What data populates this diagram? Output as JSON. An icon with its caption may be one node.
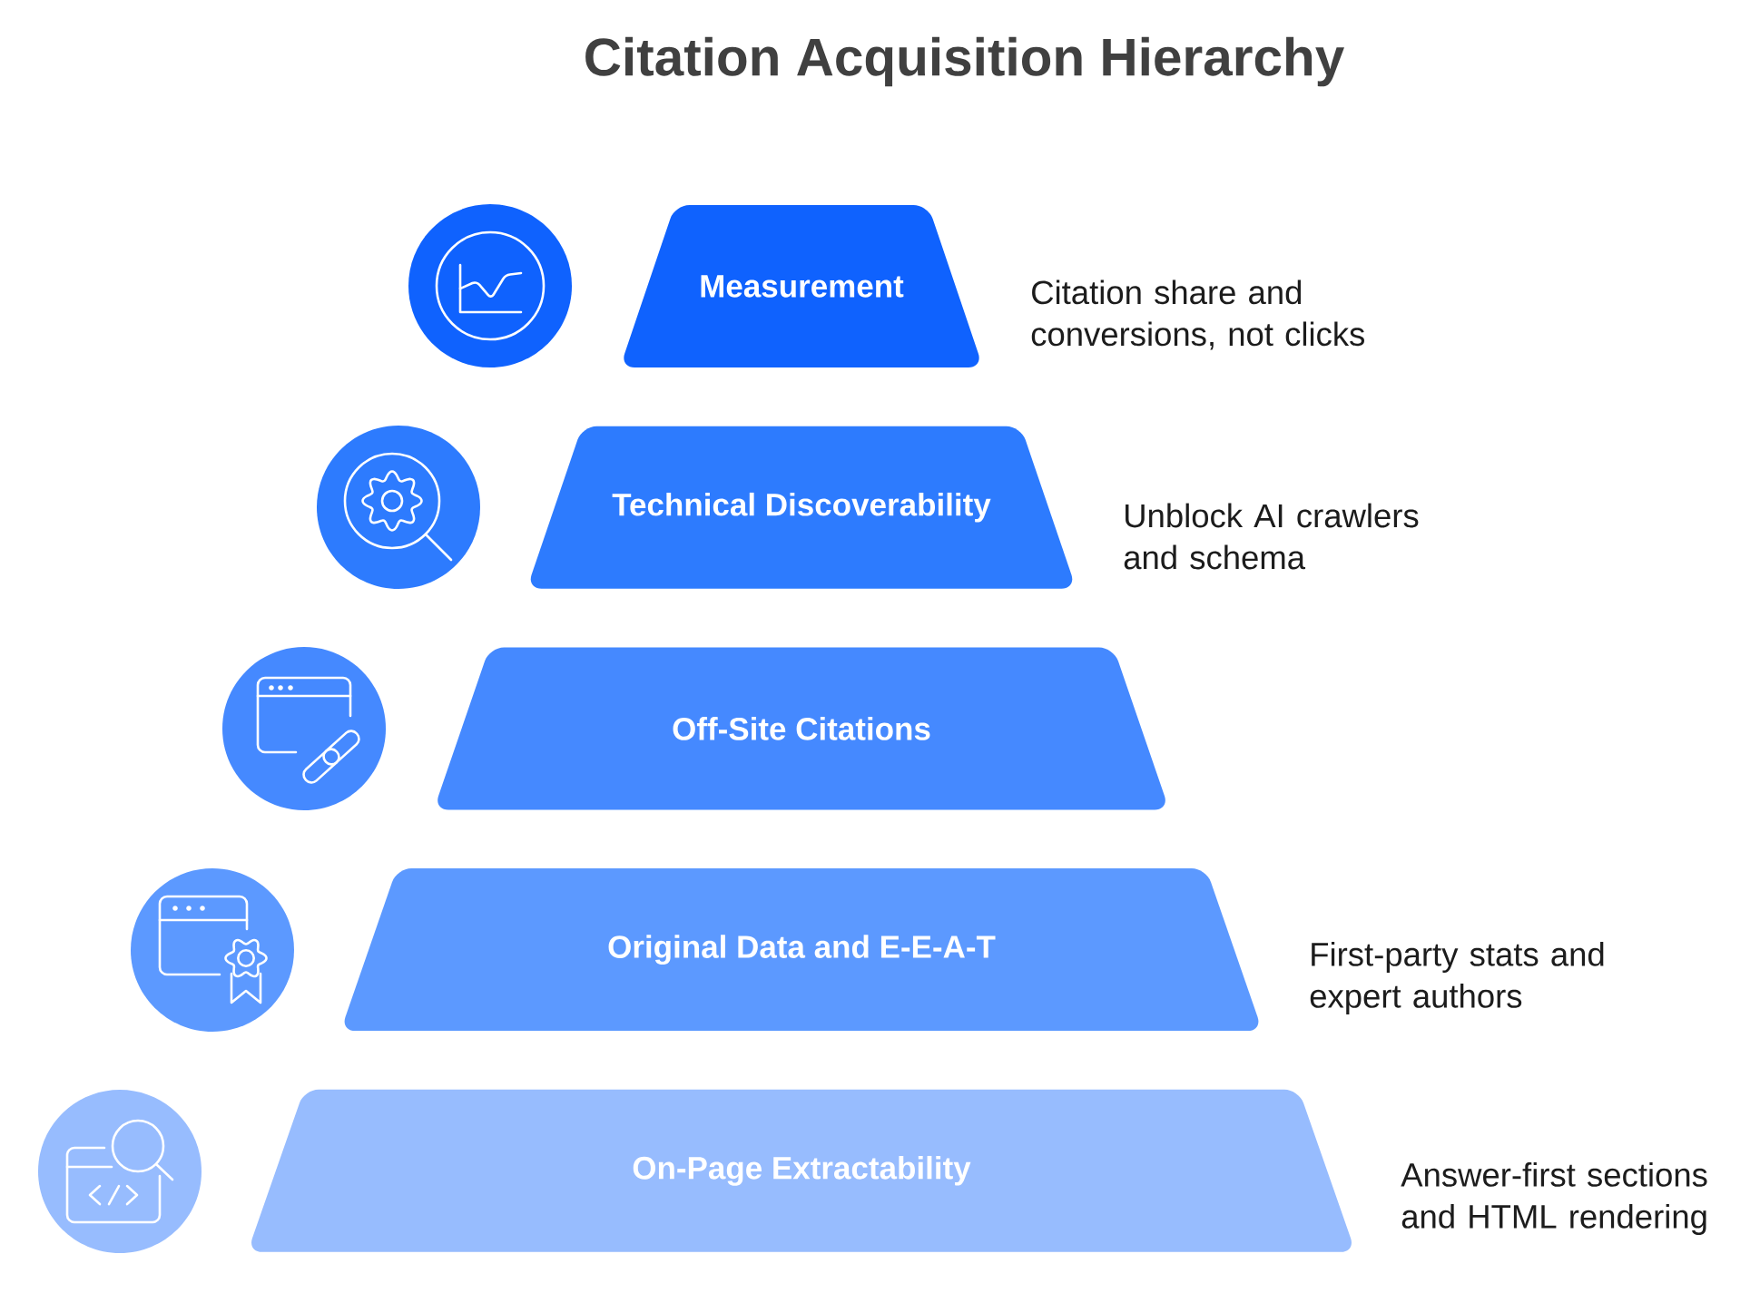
{
  "diagram": {
    "title": "Citation Acquisition Hierarchy",
    "nodes": [
      {
        "text": [
          "Measurement"
        ],
        "beside": [
          "Citation share and conversions, not clicks"
        ]
      },
      {
        "text": [
          "Technical Discoverability"
        ],
        "beside": [
          "Unblock AI crawlers and schema"
        ]
      },
      {
        "text": [
          "Off-Site Citations"
        ]
      },
      {
        "text": [
          "Original Data and E-E-A-T"
        ],
        "beside": [
          "First-party stats and expert authors"
        ]
      },
      {
        "text": [
          "On-Page Extractability"
        ],
        "beside": [
          "Answer-first sections and HTML rendering"
        ]
      }
    ]
  }
}
